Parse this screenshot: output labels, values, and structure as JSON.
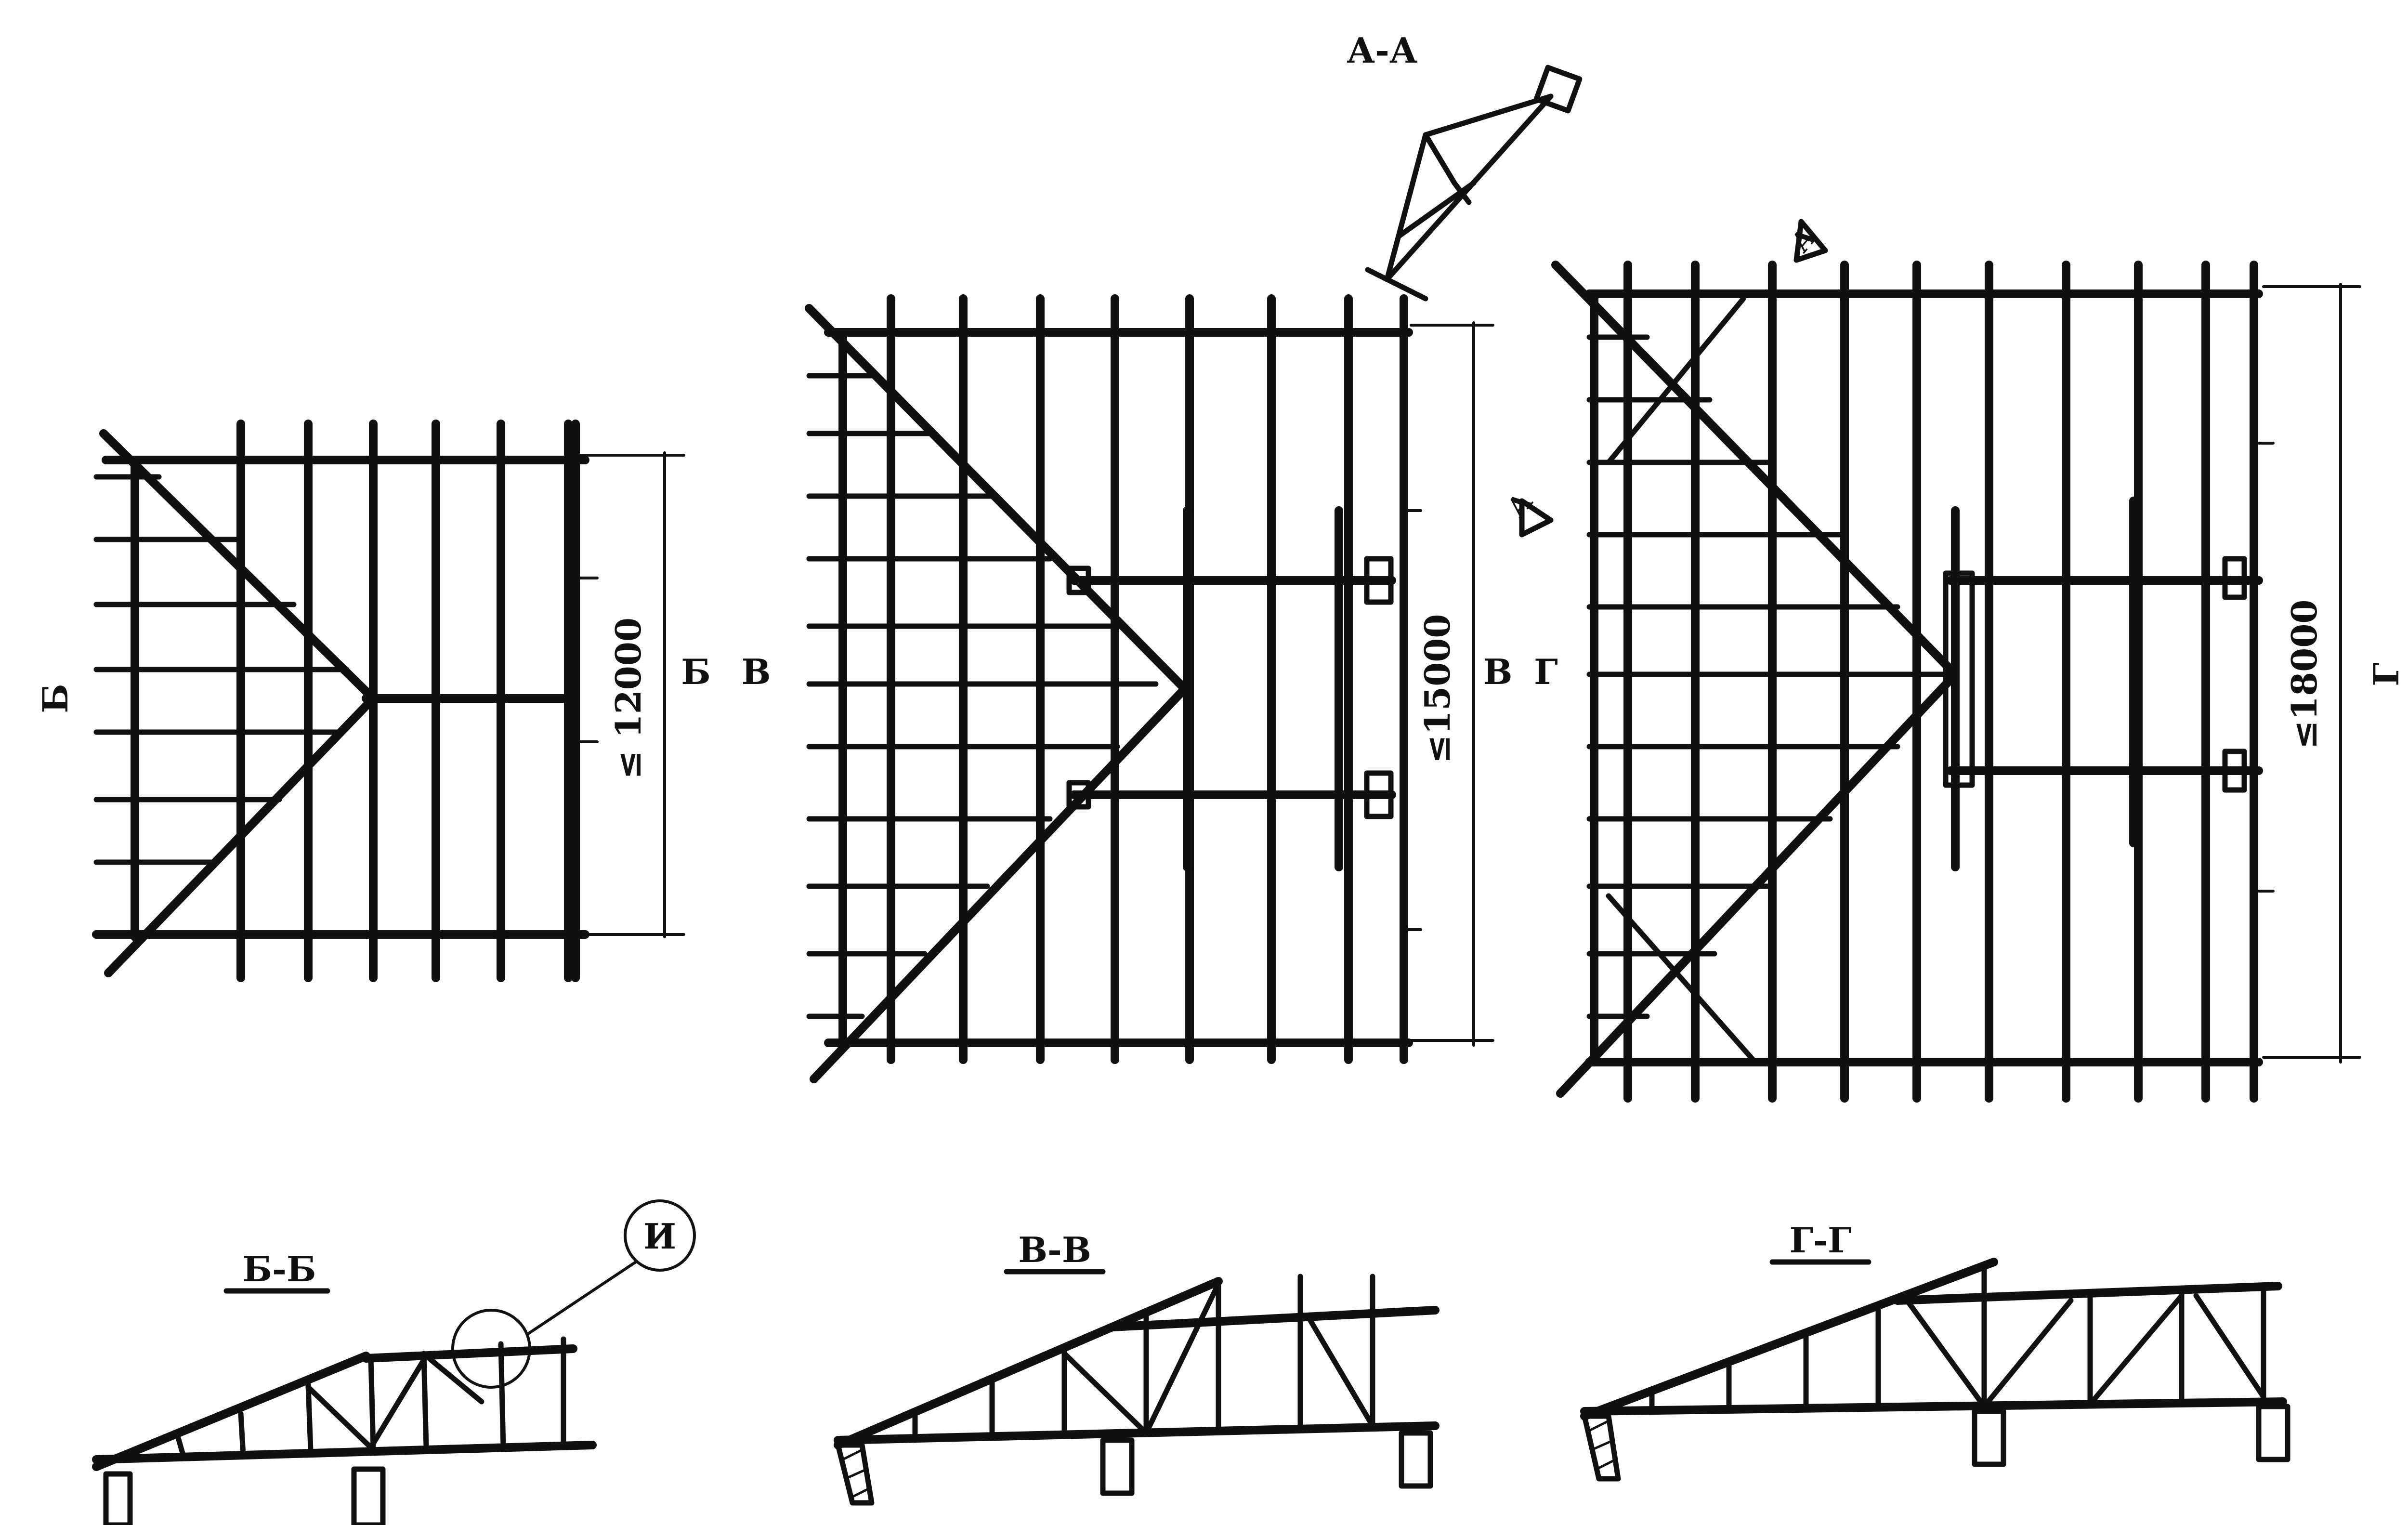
{
  "colors": {
    "ink": "#111111",
    "paper": "#ffffff"
  },
  "section_marks": {
    "top_section_title": "А-А",
    "plan1_left": "Б",
    "plan1_right": "Б",
    "plan2_left": "В",
    "plan2_right": "В",
    "plan3_left": "Г",
    "plan3_right": "Г",
    "plan3_arrow_top": "А",
    "plan3_arrow_left": "А"
  },
  "dimensions": {
    "plan1_span": "≤ 12000",
    "plan2_span": "≤15000",
    "plan3_span": "≤18000"
  },
  "sections": {
    "section_b_title": "Б-Б",
    "section_v_title": "В-В",
    "section_g_title": "Г-Г",
    "detail_callout": "И"
  }
}
